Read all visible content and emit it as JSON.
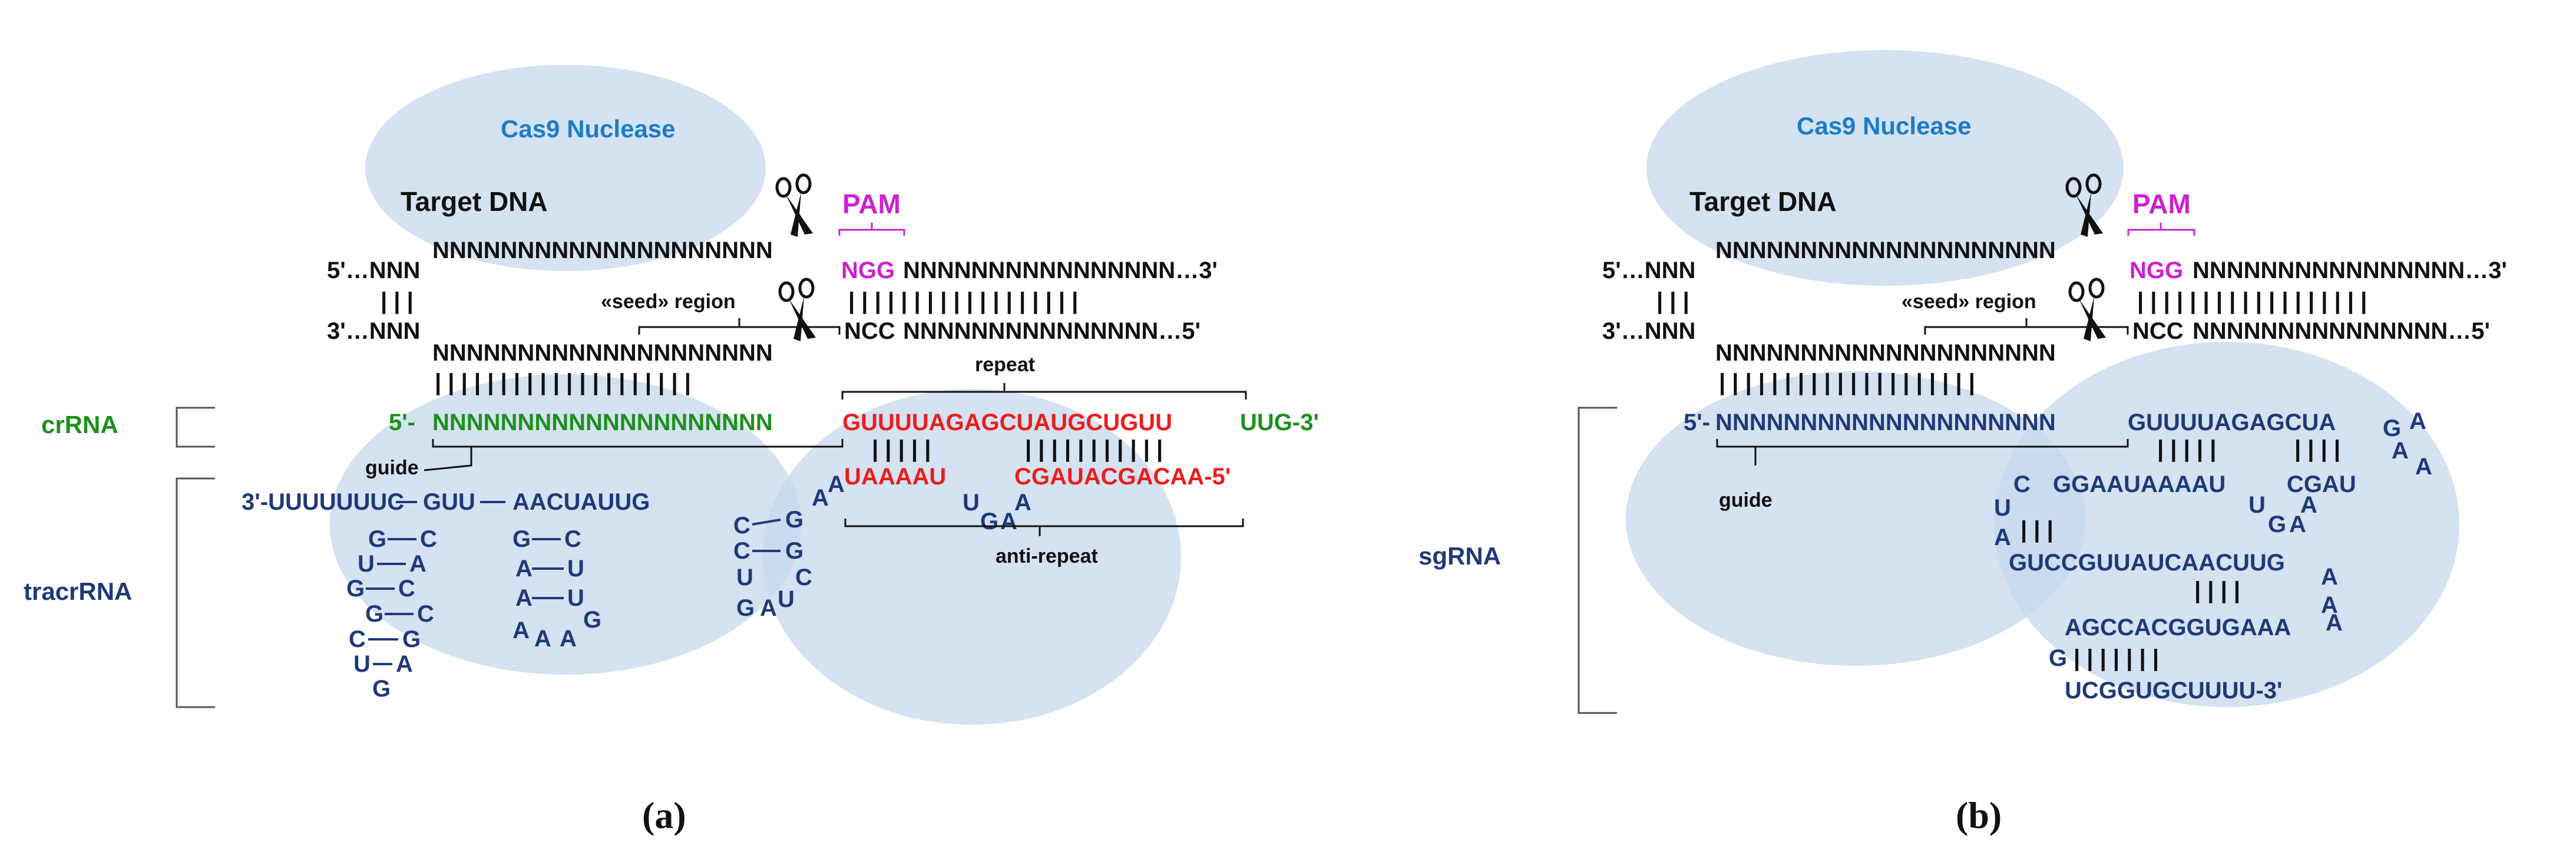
{
  "panel_a": {
    "caption": "(a)",
    "cas9": "Cas9 Nuclease",
    "target_dna": "Target DNA",
    "pam": "PAM",
    "top_left": "5'…NNN",
    "top_n": "NNNNNNNNNNNNNNNNNNNN",
    "top_ngg": "NGG",
    "top_right": "NNNNNNNNNNNNNNNN…3'",
    "pairs_left": "| | |",
    "pairs_right": "| | | | | | | | | | | | | | | | | |",
    "bot_left": "3'…NNN",
    "bot_ncc": "NCC",
    "bot_right": "NNNNNNNNNNNNNNN…5'",
    "seed": "«seed» region",
    "bot_n": "NNNNNNNNNNNNNNNNNNNN",
    "guide_pairs": "| | | | | | | | | | | | | | | | | | | |",
    "repeat": "repeat",
    "crrna_label": "crRNA",
    "cr_5": "5'-",
    "cr_guide": "NNNNNNNNNNNNNNNNNNNN",
    "cr_repeat": "GUUUUAGAGCUAUGCUGUU",
    "cr_end": "UUG-3'",
    "guide": "guide",
    "rep_pairs1": "| | | | |",
    "rep_pairs2": "| | | | | | | | | | |",
    "ar1": "UAAAAU",
    "ar2": "CGAUACGACAA-5'",
    "tracr_top": "3'-UUUUUUUC",
    "tracr_gu": "GUU",
    "tracr_ac": "AACUAUUG",
    "anti_repeat": "anti-repeat",
    "tracrrna_label": "tracrRNA"
  },
  "panel_b": {
    "caption": "(b)",
    "cas9": "Cas9 Nuclease",
    "target_dna": "Target DNA",
    "pam": "PAM",
    "top_left": "5'…NNN",
    "top_n": "NNNNNNNNNNNNNNNNNNNN",
    "top_ngg": "NGG",
    "top_right": "NNNNNNNNNNNNNNNN…3'",
    "pairs_left": "| | |",
    "pairs_right": "| | | | | | | | | | | | | | | | | |",
    "bot_left": "3'…NNN",
    "bot_ncc": "NCC",
    "bot_right": "NNNNNNNNNNNNNNN…5'",
    "seed": "«seed» region",
    "bot_n": "NNNNNNNNNNNNNNNNNNNN",
    "guide_pairs": "| | | | | | | | | | | | | | | | | | | |",
    "sg_5": "5'-",
    "sg_guide": "NNNNNNNNNNNNNNNNNNNN",
    "sg_rep": "GUUUUAGAGCUA",
    "guide": "guide",
    "r2_pairs1": "| | | | |",
    "r2_pairs2": "| | | |",
    "r3a": "GGAAUAAAAU",
    "r3b": "CGAU",
    "r4_pairs": "|   |   |",
    "r5": "GUCCGUUAUCAACUUG",
    "r5_pairs": "| | | |",
    "r6": "AGCCACGGUGAAA",
    "r7_pairs": "| | | | | | |",
    "r8": "UCGGUGCUUUU-3'",
    "sgrna_label": "sgRNA"
  },
  "colors": {
    "crrna": "#1d8f1d",
    "repeat": "#ee1c1c",
    "tracrrna": "#1f3a78",
    "pam": "#cc22cc",
    "cas9_label": "#1c7cc9",
    "protein_blob": "#c6d8ec"
  },
  "icons": [
    "scissors-icon"
  ]
}
